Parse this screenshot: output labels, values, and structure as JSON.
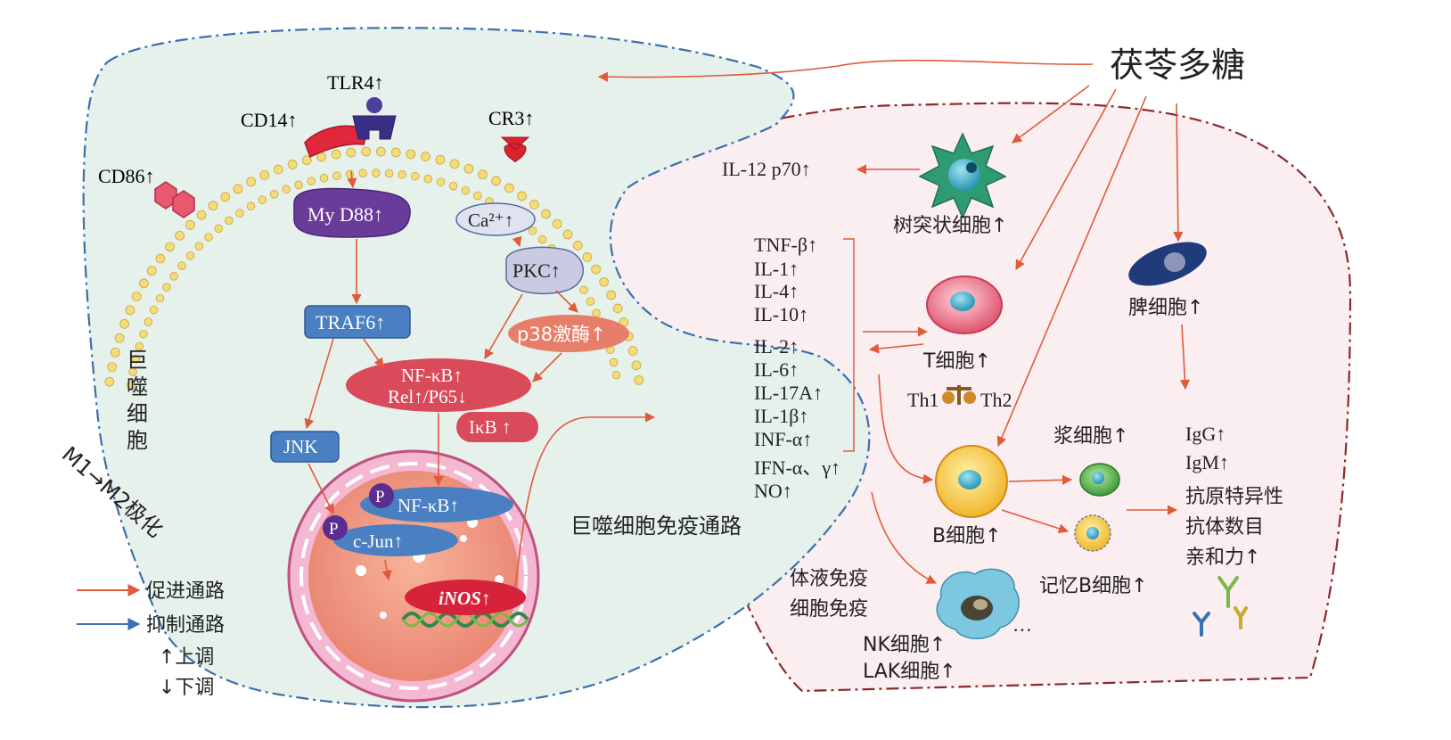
{
  "source": {
    "label": "茯苓多糖"
  },
  "macrophage": {
    "label": "巨噬细胞",
    "polarization": "M1→M2极化",
    "pathway_title": "巨噬细胞免疫通路",
    "receptors": {
      "tlr4": "TLR4↑",
      "cd14": "CD14↑",
      "cr3": "CR3↑",
      "cd86": "CD86↑"
    },
    "nodes": {
      "myd88": "My D88↑",
      "ca": "Ca²⁺↑",
      "pkc": "PKC↑",
      "traf6": "TRAF6↑",
      "p38": "p38激酶↑",
      "nfkb_line1": "NF-κB↑",
      "nfkb_line2": "Rel↑/P65↓",
      "ikb": "IκB ↑",
      "jnk": "JNK",
      "nuc_nfkb": "NF-κB↑",
      "nuc_cjun": "c-Jun↑",
      "phospho": "P",
      "inos": "iNOS↑"
    }
  },
  "cytokines": [
    "TNF-β↑",
    "IL-1↑",
    "IL-4↑",
    "IL-10↑",
    "IL-2↑",
    "IL-6↑",
    "IL-17A↑",
    "IL-1β↑",
    "INF-α↑",
    "IFN-α、γ↑",
    "NO↑"
  ],
  "cells": {
    "dendritic": "树突状细胞↑",
    "il12": "IL-12 p70↑",
    "spleen": "脾细胞↑",
    "t_cell": "T细胞↑",
    "th1": "Th1",
    "th2": "Th2",
    "b_cell": "B细胞↑",
    "plasma": "浆细胞↑",
    "memory_b": "记忆B细胞↑",
    "nk": "NK细胞↑",
    "lak": "LAK细胞↑",
    "ellipsis": "…"
  },
  "immunity": {
    "humoral": "体液免疫",
    "cellular": "细胞免疫"
  },
  "antibodies": [
    "IgG↑",
    "IgM↑",
    "抗原特异性",
    "抗体数目",
    "亲和力↑"
  ],
  "legend": {
    "promote": "促进通路",
    "inhibit": "抑制通路",
    "up": "↑上调",
    "down": "↓下调"
  },
  "colors": {
    "promote_arrow": "#e05a3c",
    "inhibit_arrow": "#3a6fb3",
    "macrophage_fill": "#e6f1ec",
    "macrophage_border": "#3b6fae",
    "immune_fill": "#fbeef1",
    "immune_border": "#8a2a2a",
    "blue_box": "#4a7fc1",
    "red_ellipse": "#d94a5a",
    "purple": "#6a3c9a"
  }
}
